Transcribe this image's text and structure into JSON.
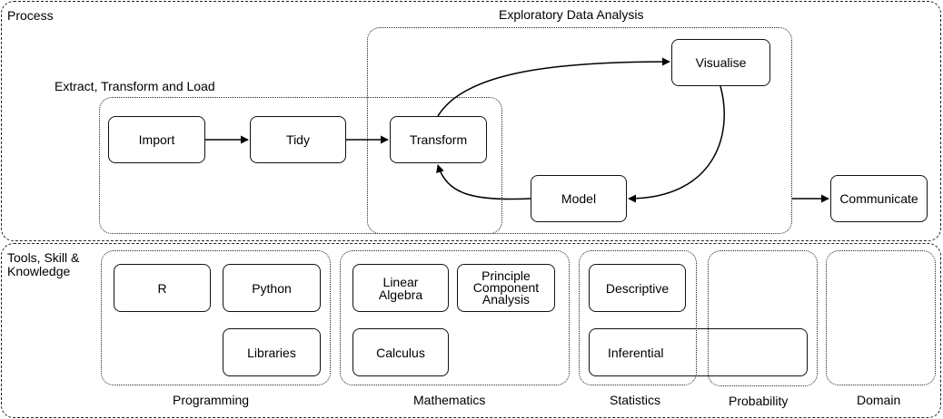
{
  "process": {
    "title": "Process",
    "eda_label": "Exploratory Data Analysis",
    "etl_label": "Extract, Transform and Load",
    "nodes": {
      "import": "Import",
      "tidy": "Tidy",
      "transform": "Transform",
      "visualise": "Visualise",
      "model": "Model",
      "communicate": "Communicate"
    }
  },
  "tools": {
    "title": "Tools, Skill &\nKnowledge",
    "programming": {
      "label": "Programming",
      "r": "R",
      "python": "Python",
      "libraries": "Libraries"
    },
    "mathematics": {
      "label": "Mathematics",
      "linear_algebra": "Linear\nAlgebra",
      "pca": "Principle\nComponent\nAnalysis",
      "calculus": "Calculus"
    },
    "statistics": {
      "label": "Statistics",
      "descriptive": "Descriptive",
      "inferential": "Inferential"
    },
    "probability": {
      "label": "Probability"
    },
    "domain": {
      "label": "Domain"
    }
  }
}
